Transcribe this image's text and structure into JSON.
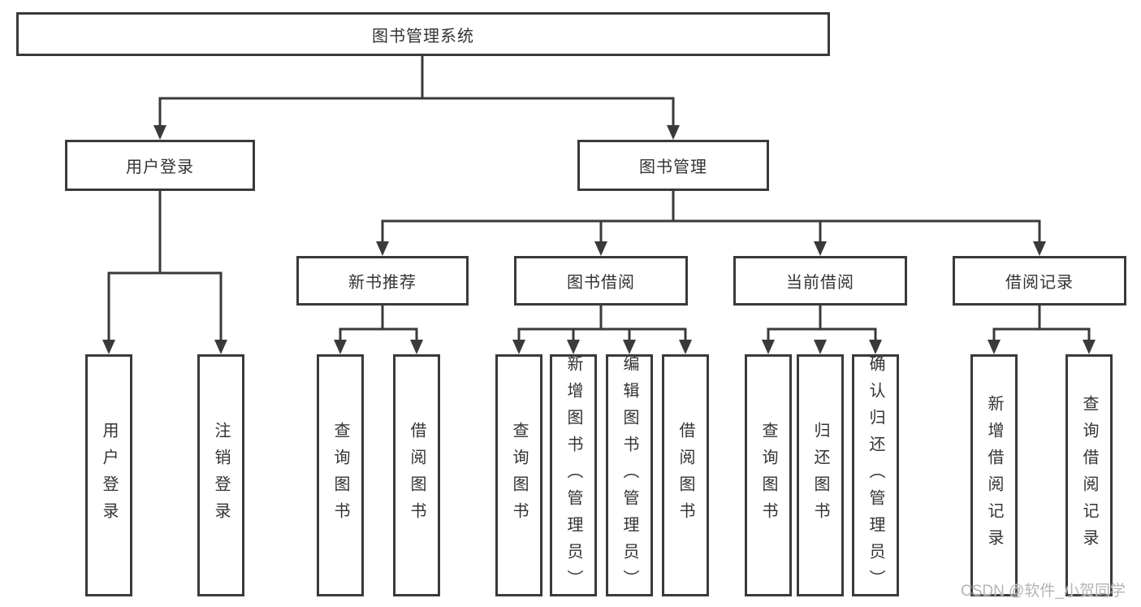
{
  "tree": {
    "root": {
      "label": "图书管理系统",
      "children": [
        {
          "label": "用户登录",
          "children": [
            {
              "label": "用户登录"
            },
            {
              "label": "注销登录"
            }
          ]
        },
        {
          "label": "图书管理",
          "children": [
            {
              "label": "新书推荐",
              "children": [
                {
                  "label": "查询图书"
                },
                {
                  "label": "借阅图书"
                }
              ]
            },
            {
              "label": "图书借阅",
              "children": [
                {
                  "label": "查询图书"
                },
                {
                  "label": "新增图书（管理员）"
                },
                {
                  "label": "编辑图书（管理员）"
                },
                {
                  "label": "借阅图书"
                }
              ]
            },
            {
              "label": "当前借阅",
              "children": [
                {
                  "label": "查询图书"
                },
                {
                  "label": "归还图书"
                },
                {
                  "label": "确认归还（管理员）"
                }
              ]
            },
            {
              "label": "借阅记录",
              "children": [
                {
                  "label": "新增借阅记录"
                },
                {
                  "label": "查询借阅记录"
                }
              ]
            }
          ]
        }
      ]
    }
  },
  "watermark": {
    "text": "CSDN @软件_小贺同学"
  },
  "colors": {
    "line": "#3a3a3a",
    "box_border": "#3a3a3a",
    "text": "#333333",
    "watermark": "#b4b4b4",
    "background": "#ffffff"
  }
}
